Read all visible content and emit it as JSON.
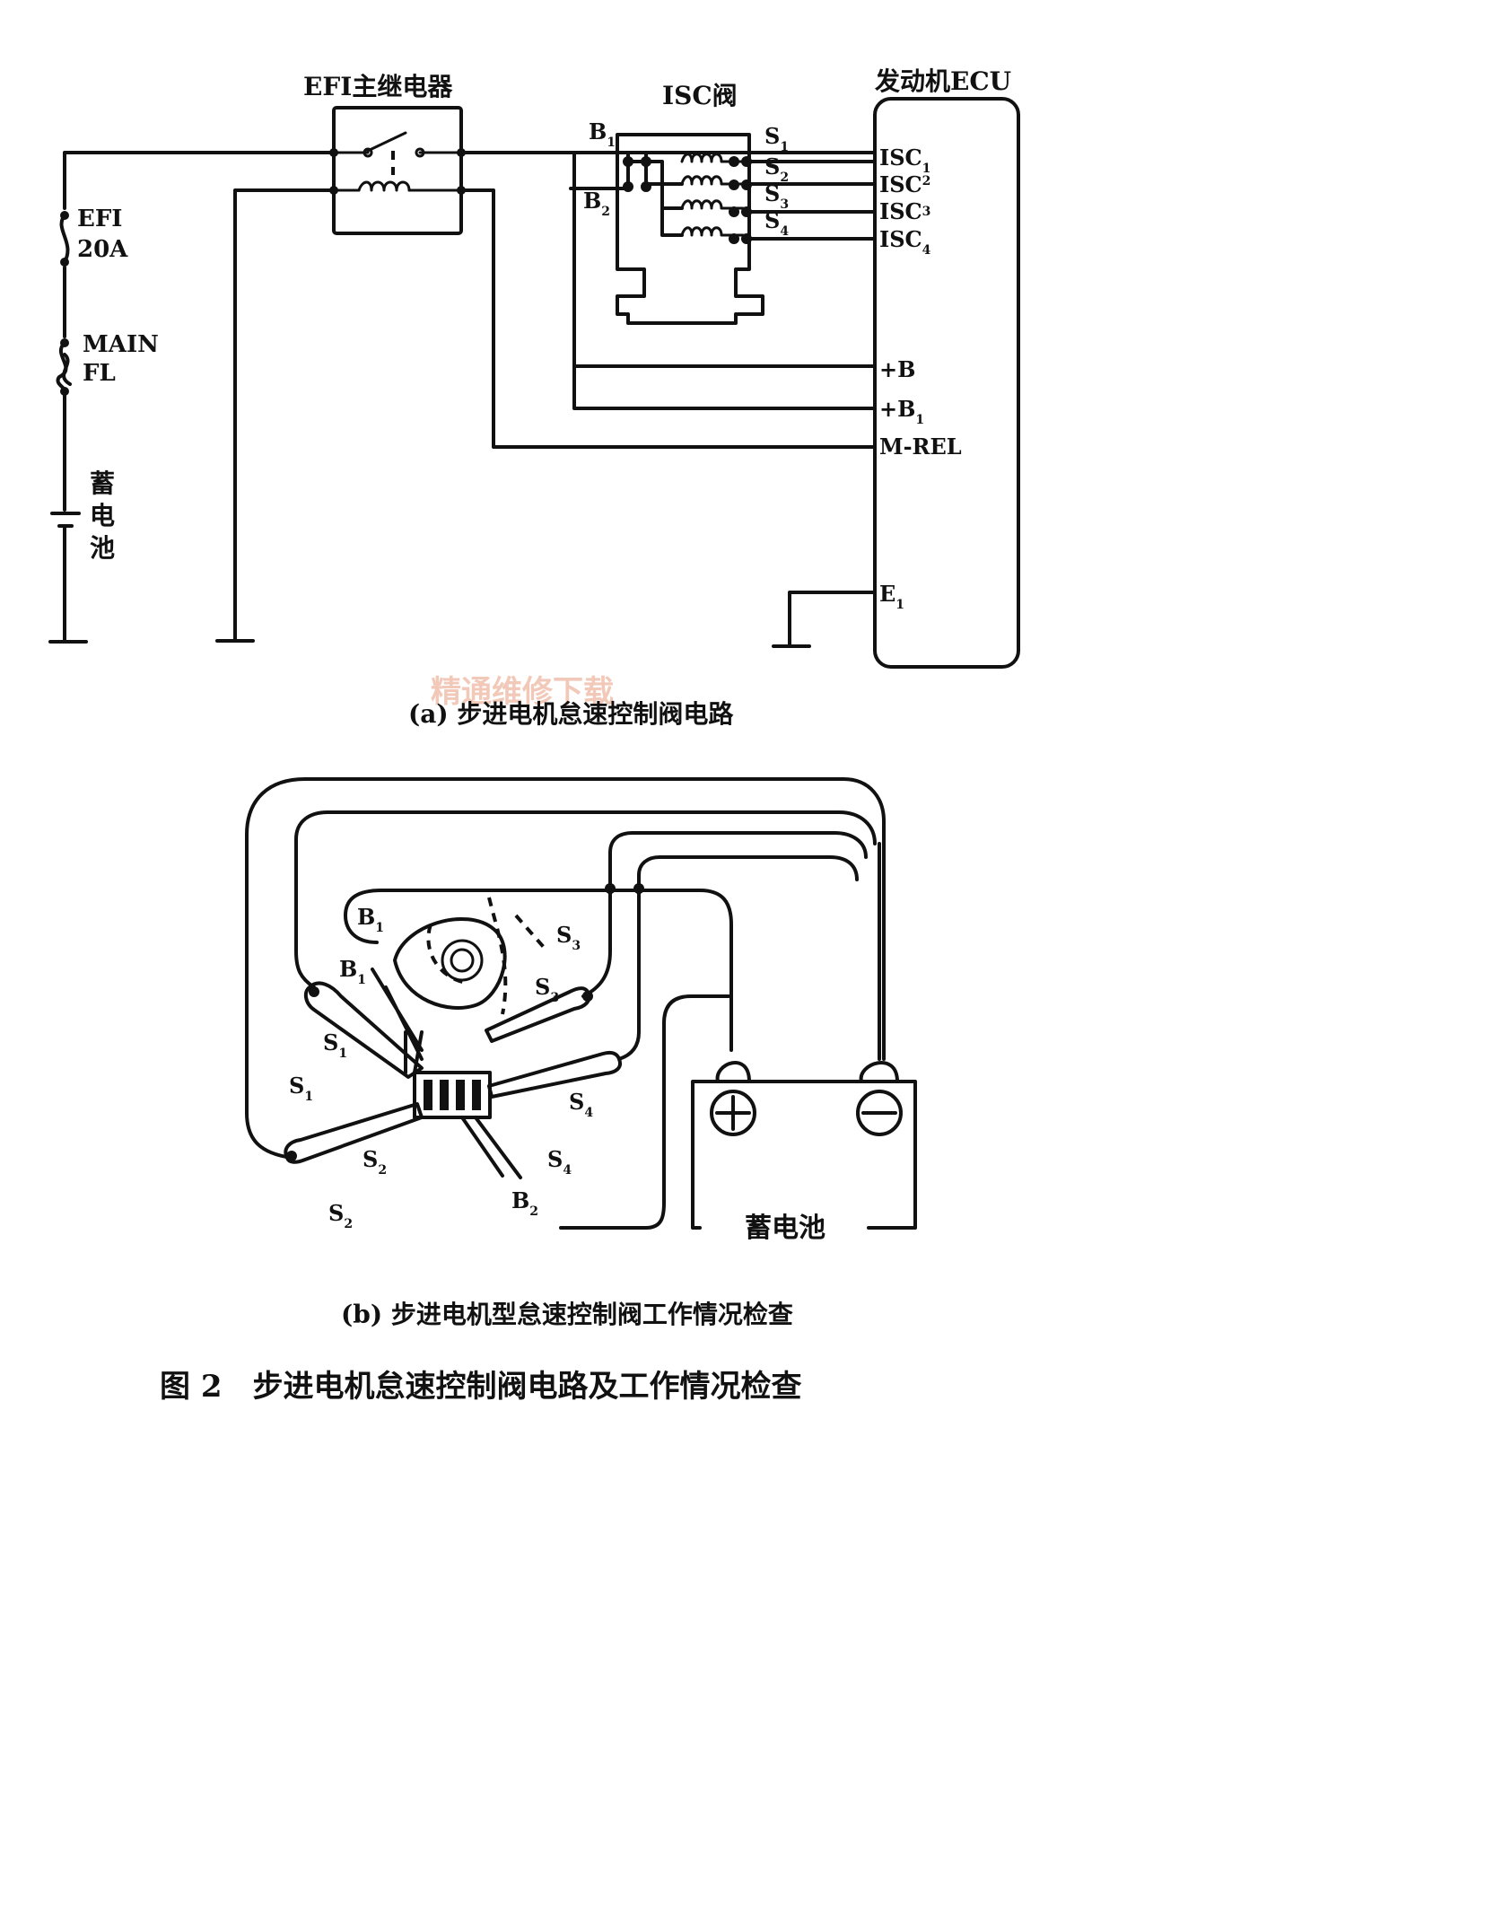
{
  "diagram_a": {
    "relay_label": "EFI主继电器",
    "valve_label": "ISC阀",
    "ecu_label": "发动机ECU",
    "fuse_efi": "EFI",
    "fuse_efi_rating": "20A",
    "fuse_main": "MAIN",
    "fuse_main_sub": "FL",
    "battery_label": [
      "蓄",
      "电",
      "池"
    ],
    "valve_terminals_left": [
      {
        "base": "B",
        "sub": "1"
      },
      {
        "base": "B",
        "sub": "2"
      }
    ],
    "valve_terminals_right": [
      {
        "base": "S",
        "sub": "1"
      },
      {
        "base": "S",
        "sub": "2"
      },
      {
        "base": "S",
        "sub": "3"
      },
      {
        "base": "S",
        "sub": "4"
      }
    ],
    "ecu_pins": [
      {
        "base": "ISC",
        "sub": "1"
      },
      {
        "base": "ISC",
        "sub": "2"
      },
      {
        "base": "ISC",
        "sub": "3"
      },
      {
        "base": "ISC",
        "sub": "4"
      },
      {
        "base": "+B",
        "sub": ""
      },
      {
        "base": "+B",
        "sub": "1"
      },
      {
        "base": "M-REL",
        "sub": ""
      },
      {
        "base": "E",
        "sub": "1"
      }
    ],
    "caption": "(a) 步进电机怠速控制阀电路"
  },
  "watermark": "精通维修下载",
  "diagram_b": {
    "labels": [
      {
        "base": "B",
        "sub": "1"
      },
      {
        "base": "B",
        "sub": "1"
      },
      {
        "base": "S",
        "sub": "3"
      },
      {
        "base": "S",
        "sub": "3"
      },
      {
        "base": "S",
        "sub": "1"
      },
      {
        "base": "S",
        "sub": "1"
      },
      {
        "base": "S",
        "sub": "4"
      },
      {
        "base": "S",
        "sub": "4"
      },
      {
        "base": "S",
        "sub": "2"
      },
      {
        "base": "S",
        "sub": "2"
      },
      {
        "base": "B",
        "sub": "2"
      }
    ],
    "battery_label": "蓄电池",
    "caption": "(b) 步进电机型怠速控制阀工作情况检查"
  },
  "figure_caption": "图 2　步进电机怠速控制阀电路及工作情况检查"
}
